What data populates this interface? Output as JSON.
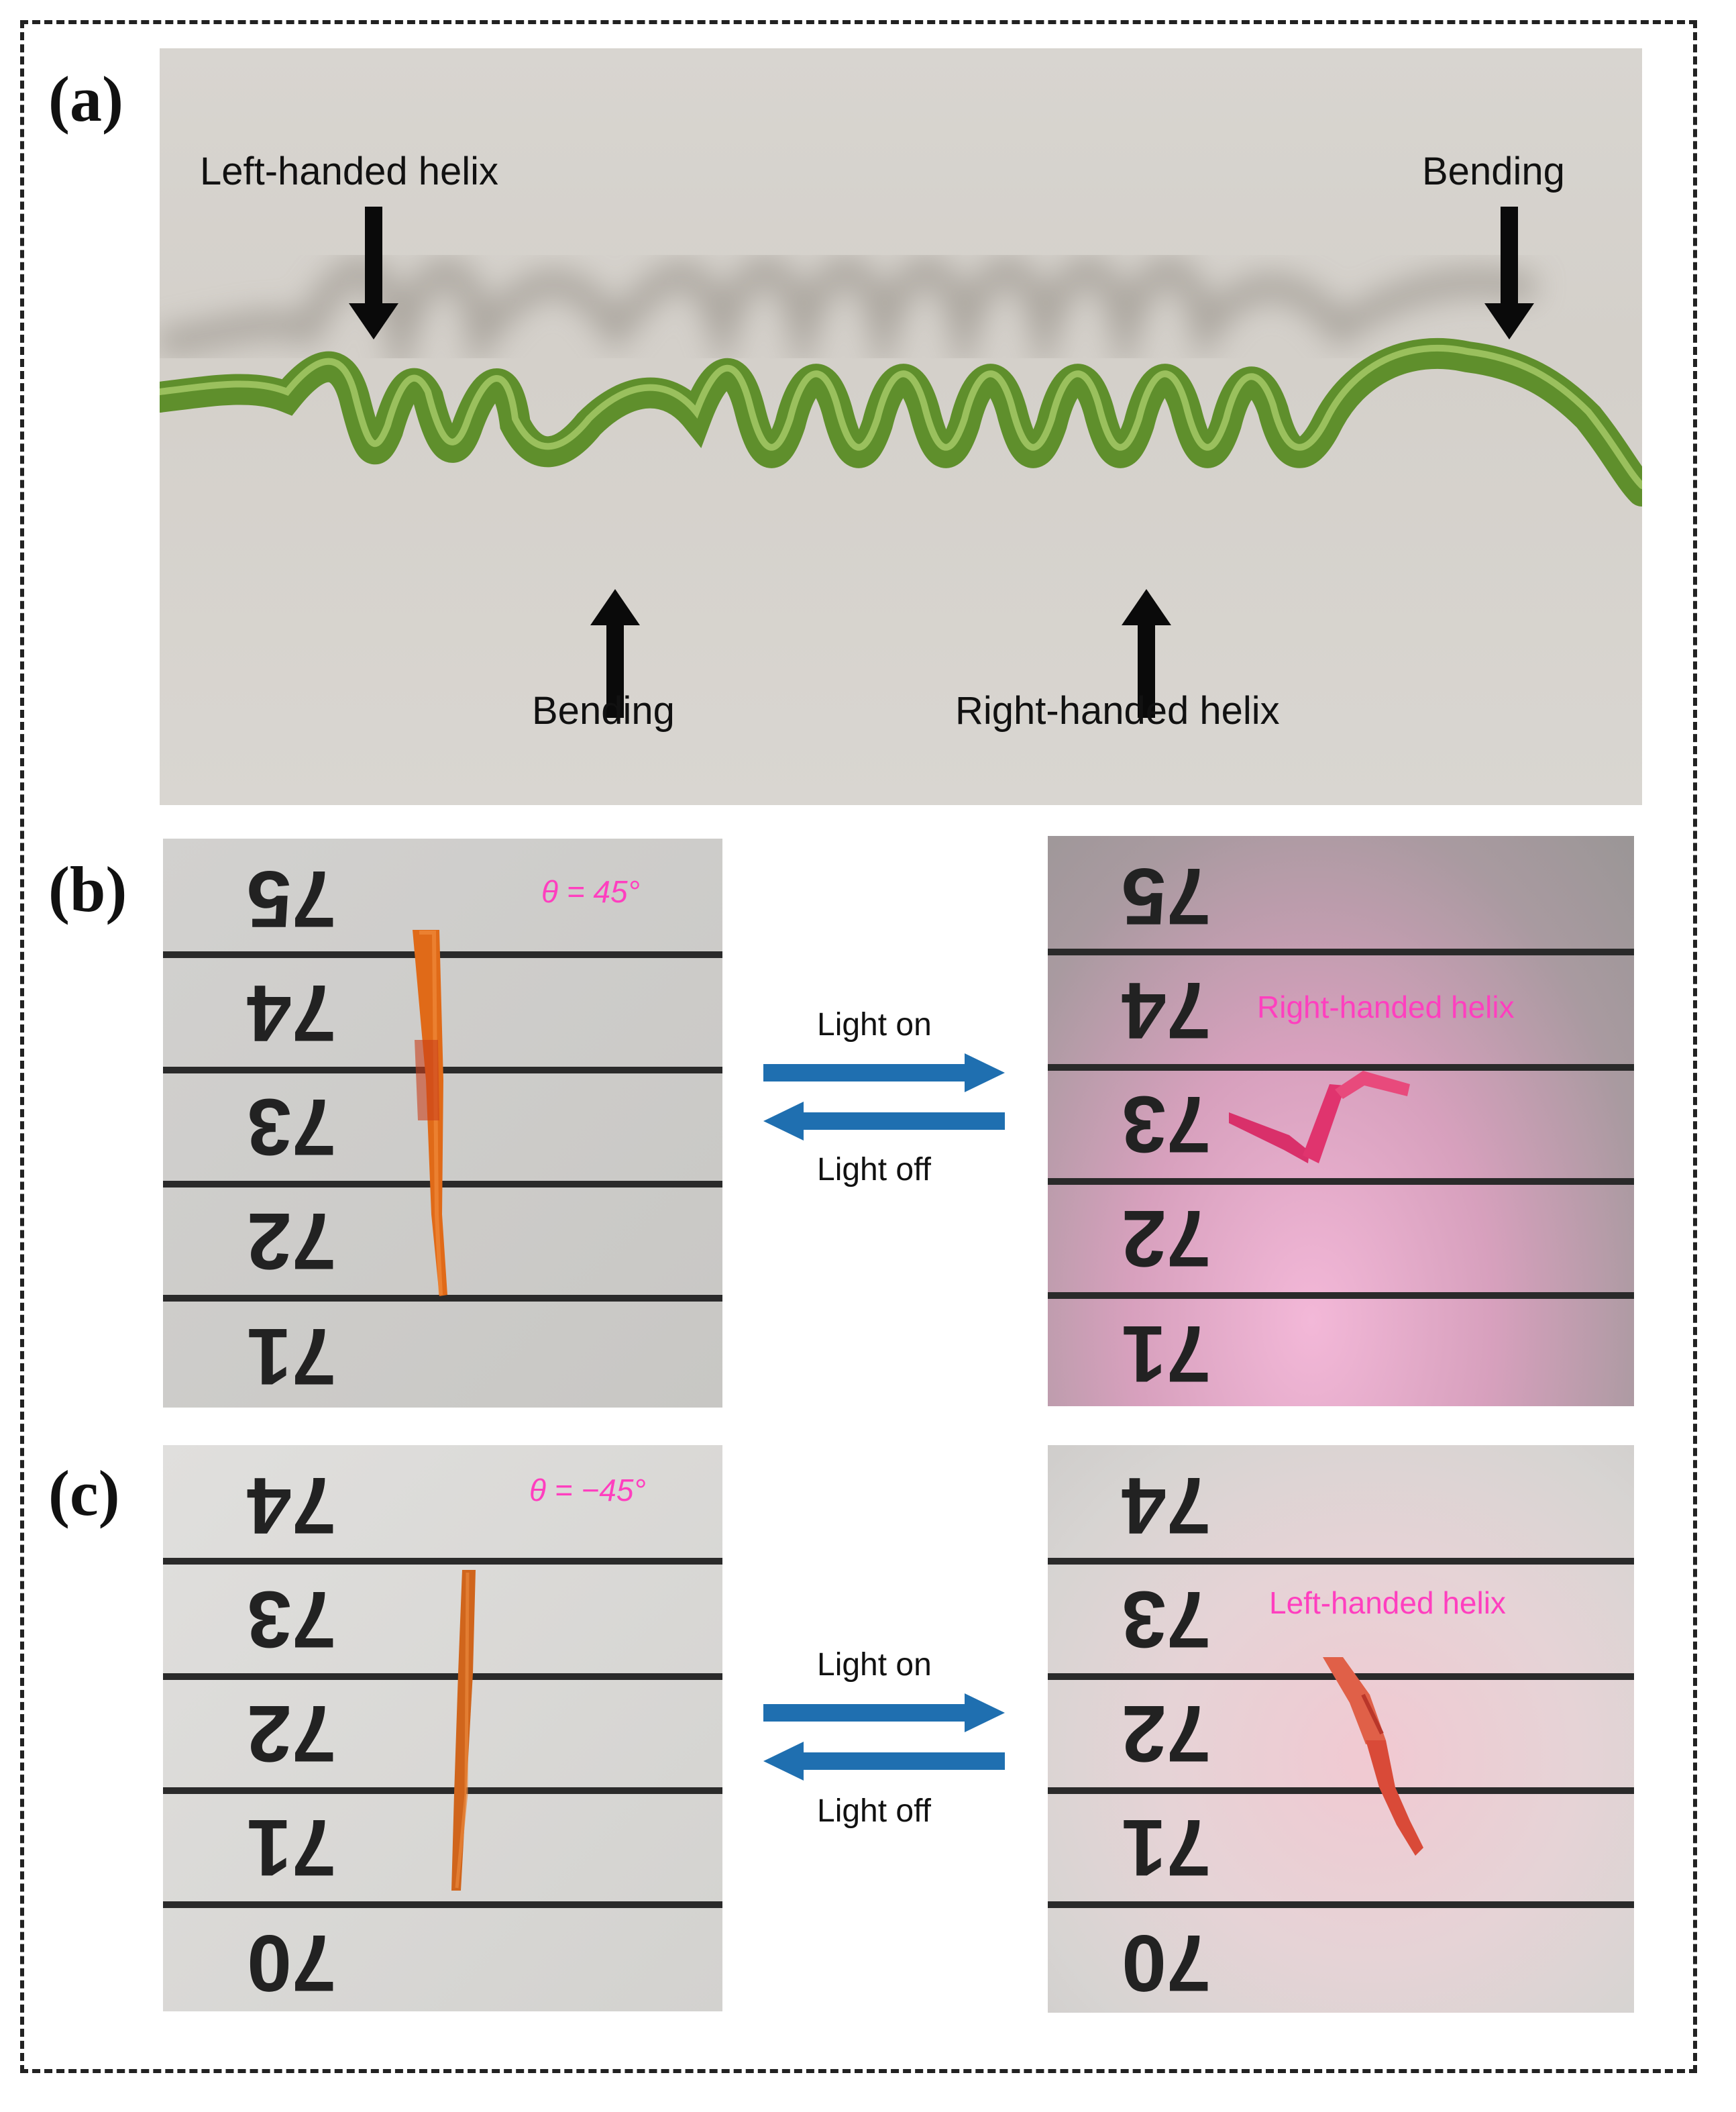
{
  "panels": {
    "a": {
      "label": "(a)"
    },
    "b": {
      "label": "(b)"
    },
    "c": {
      "label": "(c)"
    }
  },
  "panel_a": {
    "annotations": {
      "left_helix": "Left-handed helix",
      "bending_right": "Bending",
      "bending_bottom": "Bending",
      "right_helix": "Right-handed helix"
    }
  },
  "panel_b": {
    "angle": "θ = 45°",
    "light_on": "Light on",
    "light_off": "Light off",
    "result": "Right-handed helix",
    "left_ruler": [
      "75",
      "74",
      "73",
      "72",
      "71"
    ],
    "right_ruler": [
      "75",
      "74",
      "73",
      "72",
      "71"
    ]
  },
  "panel_c": {
    "angle": "θ = −45°",
    "light_on": "Light on",
    "light_off": "Light off",
    "result": "Left-handed helix",
    "left_ruler": [
      "74",
      "73",
      "72",
      "71",
      "70"
    ],
    "right_ruler": [
      "74",
      "73",
      "72",
      "71",
      "70"
    ]
  },
  "colors": {
    "arrow_blue": "#1f6fb0",
    "annotation_pink": "#ff3fbf",
    "tendril_green": "#5f8f2c"
  }
}
